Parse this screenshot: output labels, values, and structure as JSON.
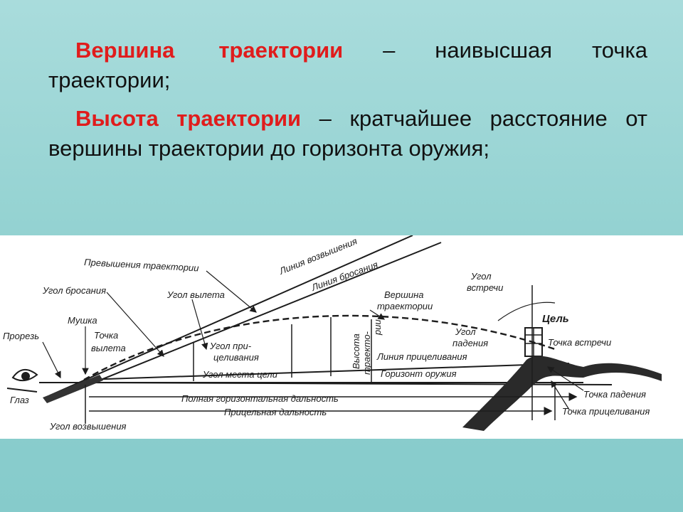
{
  "slide": {
    "paragraphs": [
      {
        "term": "Вершина траектории",
        "rest": " – наивысшая точка траектории;"
      },
      {
        "term": "Высота траектории",
        "rest": " – кратчайшее расстояние от вершины траектории до горизонта оружия;"
      }
    ],
    "colors": {
      "background": "#8fd0cf",
      "term": "#e01c1c",
      "text": "#111111"
    }
  },
  "diagram": {
    "labels": {
      "liniya_vozvysheniya": "Линия возвышения",
      "liniya_brosaniya": "Линия бросания",
      "prevyshenie": "Превышения траектории",
      "ugol_brosaniya": "Угол бросания",
      "ugol_vyleta": "Угол вылета",
      "mushka": "Мушка",
      "prorez": "Прорезь",
      "tochka_vyleta_1": "Точка",
      "tochka_vyleta_2": "вылета",
      "glaz": "Глаз",
      "vershina_1": "Вершина",
      "vershina_2": "траектории",
      "vysota_1": "Высота",
      "vysota_2": "траекто-",
      "vysota_3": "рии",
      "ugol_vstrechi_1": "Угол",
      "ugol_vstrechi_2": "встречи",
      "cel": "Цель",
      "tochka_vstrechi": "Точка встречи",
      "ugol_padeniya_1": "Угол",
      "ugol_padeniya_2": "падения",
      "liniya_pricelivaniya": "Линия прицеливания",
      "ugol_pricelivaniya_1": "Угол при-",
      "ugol_pricelivaniya_2": "целивания",
      "ugol_mesta_celi": "Угол места цели",
      "gorizont_oruzhiya": "Горизонт оружия",
      "polnaya_dalnost": "Полная горизонтальная дальность",
      "pricelnaya_dalnost": "Прицельная дальность",
      "ugol_vozvysheniya": "Угол возвышения",
      "tochka_padeniya": "Точка падения",
      "tochka_pricelivaniya": "Точка прицеливания"
    }
  }
}
